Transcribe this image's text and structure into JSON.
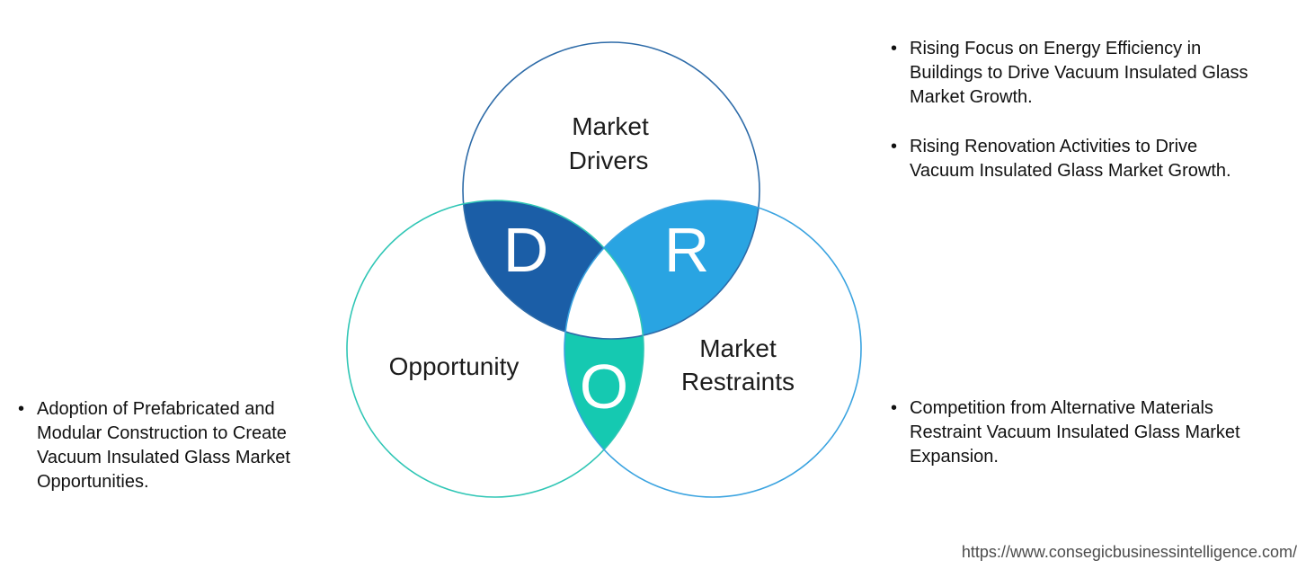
{
  "page": {
    "background_color": "#ffffff"
  },
  "venn": {
    "drivers": {
      "label_line1": "Market",
      "label_line2": "Drivers",
      "outline_color": "#2d6ba8"
    },
    "opportunity": {
      "label": "Opportunity",
      "outline_color": "#2fc6b5"
    },
    "restraints": {
      "label_line1": "Market",
      "label_line2": "Restraints",
      "outline_color": "#3aa3e0"
    },
    "overlap_d": {
      "letter": "D",
      "fill_color": "#1b5ea7"
    },
    "overlap_r": {
      "letter": "R",
      "fill_color": "#29a4e2"
    },
    "overlap_o": {
      "letter": "O",
      "fill_color": "#15c9b1"
    }
  },
  "left_panel": {
    "bullet_char": "•",
    "items": [
      {
        "text": "Adoption of Prefabricated and Modular Construction to Create Vacuum Insulated Glass Market Opportunities."
      }
    ]
  },
  "right_top_panel": {
    "bullet_char": "•",
    "items": [
      {
        "text": "Rising Focus on Energy Efficiency in Buildings to Drive Vacuum Insulated Glass Market Growth."
      },
      {
        "text": "Rising Renovation Activities to Drive Vacuum Insulated Glass Market Growth."
      }
    ]
  },
  "right_bottom_panel": {
    "bullet_char": "•",
    "items": [
      {
        "text": "Competition from Alternative Materials Restraint Vacuum Insulated Glass Market Expansion."
      }
    ]
  },
  "footer": {
    "url": "https://www.consegicbusinessintelligence.com/"
  }
}
